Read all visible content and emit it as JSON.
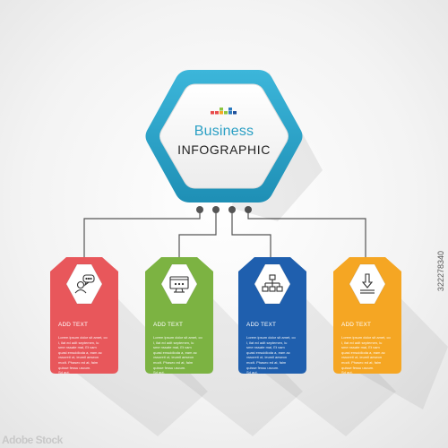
{
  "hub": {
    "title": "Business",
    "subtitle": "INFOGRAPHIC"
  },
  "colors": {
    "hub_ring": "#2aa3c8",
    "connector": "#555555",
    "dot": "#555555",
    "pixel_palette": [
      "#e84c4c",
      "#f5a623",
      "#8cc63f",
      "#2b7bbf",
      "#1d4f9a"
    ]
  },
  "cards": [
    {
      "id": "card-1",
      "color": "#e8575b",
      "icon": "chat-user-icon",
      "label": "ADD TEXT",
      "lines": [
        "Lorem ipsum dolor sit amet, co",
        "l, ilat ed adit septemen, lu",
        "sme nssate mai, Et vam",
        "quasi ensuidioda a, eam ac",
        "vssoreti ot, ieumil aeseon",
        "modt. Phasec ed at, faim",
        "quisse fessu uscum.",
        "Sd aut."
      ]
    },
    {
      "id": "card-2",
      "color": "#7cb342",
      "icon": "monitor-icon",
      "label": "ADD TEXT",
      "lines": [
        "Lorem ipsum dolor sit amet, co",
        "l, ilat ed adit septemen, lu",
        "sme nssate mai, Et vam",
        "quasi ensuidioda a, eam ac",
        "vssoreti ot, ieumil aeseon",
        "modt. Phasec ed at, faim",
        "quisse fessu uscum.",
        "Sd aut."
      ]
    },
    {
      "id": "card-3",
      "color": "#1f5fae",
      "icon": "hierarchy-icon",
      "label": "ADD TEXT",
      "lines": [
        "Lorem ipsum dolor sit amet, co",
        "l, ilat ed adit septemen, lu",
        "sme nssate mai, Et vam",
        "quasi ensuidioda a, eam ac",
        "vssoreti ot, ieumil aeseon",
        "modt. Phasec ed at, faim",
        "quisse fessu uscum.",
        "Sd aut."
      ]
    },
    {
      "id": "card-4",
      "color": "#f5a623",
      "icon": "download-icon",
      "label": "ADD TEXT",
      "lines": [
        "Lorem ipsum dolor sit amet, co",
        "l, ilat ed adit septemen, lu",
        "sme nssate mai, Et vam",
        "quasi ensuidioda a, eam ac",
        "vssoreti ot, ieumil aeseon",
        "modt. Phasec ed at, faim",
        "quisse fessu uscum.",
        "Sd aut."
      ]
    }
  ],
  "stock_id": "322278340",
  "stock_logo": "Adobe Stock"
}
